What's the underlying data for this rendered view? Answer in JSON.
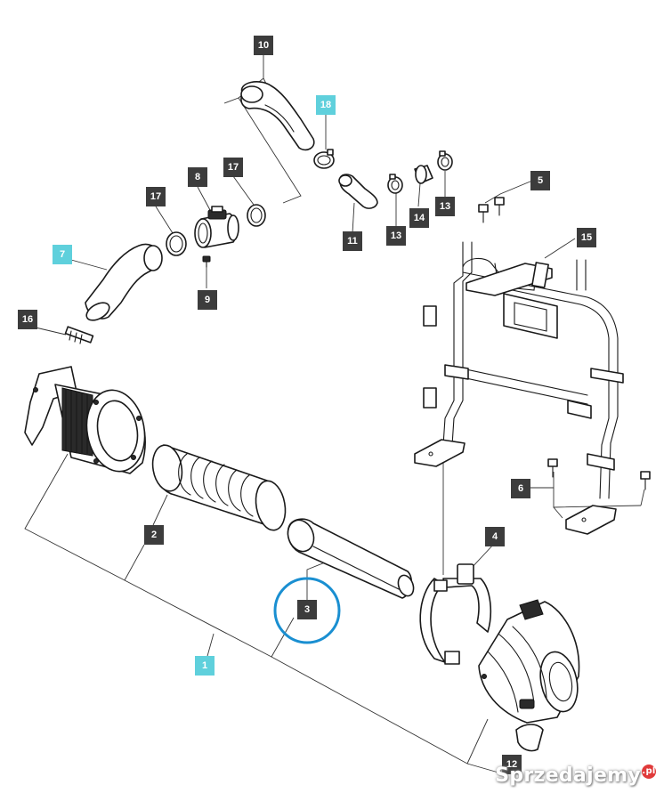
{
  "diagram": {
    "callouts": [
      {
        "id": "c10",
        "label": "10",
        "highlight": false
      },
      {
        "id": "c18",
        "label": "18",
        "highlight": true
      },
      {
        "id": "c8",
        "label": "8",
        "highlight": false
      },
      {
        "id": "c17a",
        "label": "17",
        "highlight": false
      },
      {
        "id": "c17b",
        "label": "17",
        "highlight": false
      },
      {
        "id": "c5",
        "label": "5",
        "highlight": false
      },
      {
        "id": "c13a",
        "label": "13",
        "highlight": false
      },
      {
        "id": "c13b",
        "label": "13",
        "highlight": false
      },
      {
        "id": "c14",
        "label": "14",
        "highlight": false
      },
      {
        "id": "c11",
        "label": "11",
        "highlight": false
      },
      {
        "id": "c15",
        "label": "15",
        "highlight": false
      },
      {
        "id": "c7",
        "label": "7",
        "highlight": true
      },
      {
        "id": "c9",
        "label": "9",
        "highlight": false
      },
      {
        "id": "c16",
        "label": "16",
        "highlight": false
      },
      {
        "id": "c2",
        "label": "2",
        "highlight": false
      },
      {
        "id": "c6",
        "label": "6",
        "highlight": false
      },
      {
        "id": "c4",
        "label": "4",
        "highlight": false
      },
      {
        "id": "c3",
        "label": "3",
        "highlight": false,
        "circled": true
      },
      {
        "id": "c1",
        "label": "1",
        "highlight": true
      },
      {
        "id": "c12",
        "label": "12",
        "highlight": false
      }
    ],
    "colors": {
      "callout_dark": "#3c3c3c",
      "callout_highlight": "#5fd0dc",
      "circle_marker": "#1a8fd1",
      "line": "#1a1a1a"
    }
  },
  "watermark": {
    "text": "Sprzedajemy",
    "suffix": ".pl"
  }
}
